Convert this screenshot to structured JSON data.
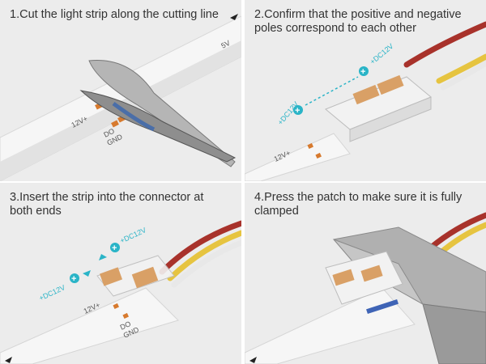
{
  "steps": [
    {
      "caption": "1.Cut the light strip along the cutting line"
    },
    {
      "caption": "2.Confirm that the positive and negative poles correspond to each other"
    },
    {
      "caption": "3.Insert the strip into the connector at both ends"
    },
    {
      "caption": "4.Press the patch to make sure it is fully clamped"
    }
  ],
  "strip_labels": {
    "voltage": "12V+",
    "do": "DO",
    "gnd": "GND",
    "dc": "+DC12V",
    "plus": "+",
    "fv": "5V"
  },
  "colors": {
    "accent": "#2ab4c7",
    "strip": "#f4f4f4",
    "pad": "#d77a2e",
    "wire_red": "#a8322b",
    "wire_yellow": "#e6c440",
    "wire_white": "#e8e8e8",
    "tool_metal": "#a9a9a9"
  }
}
